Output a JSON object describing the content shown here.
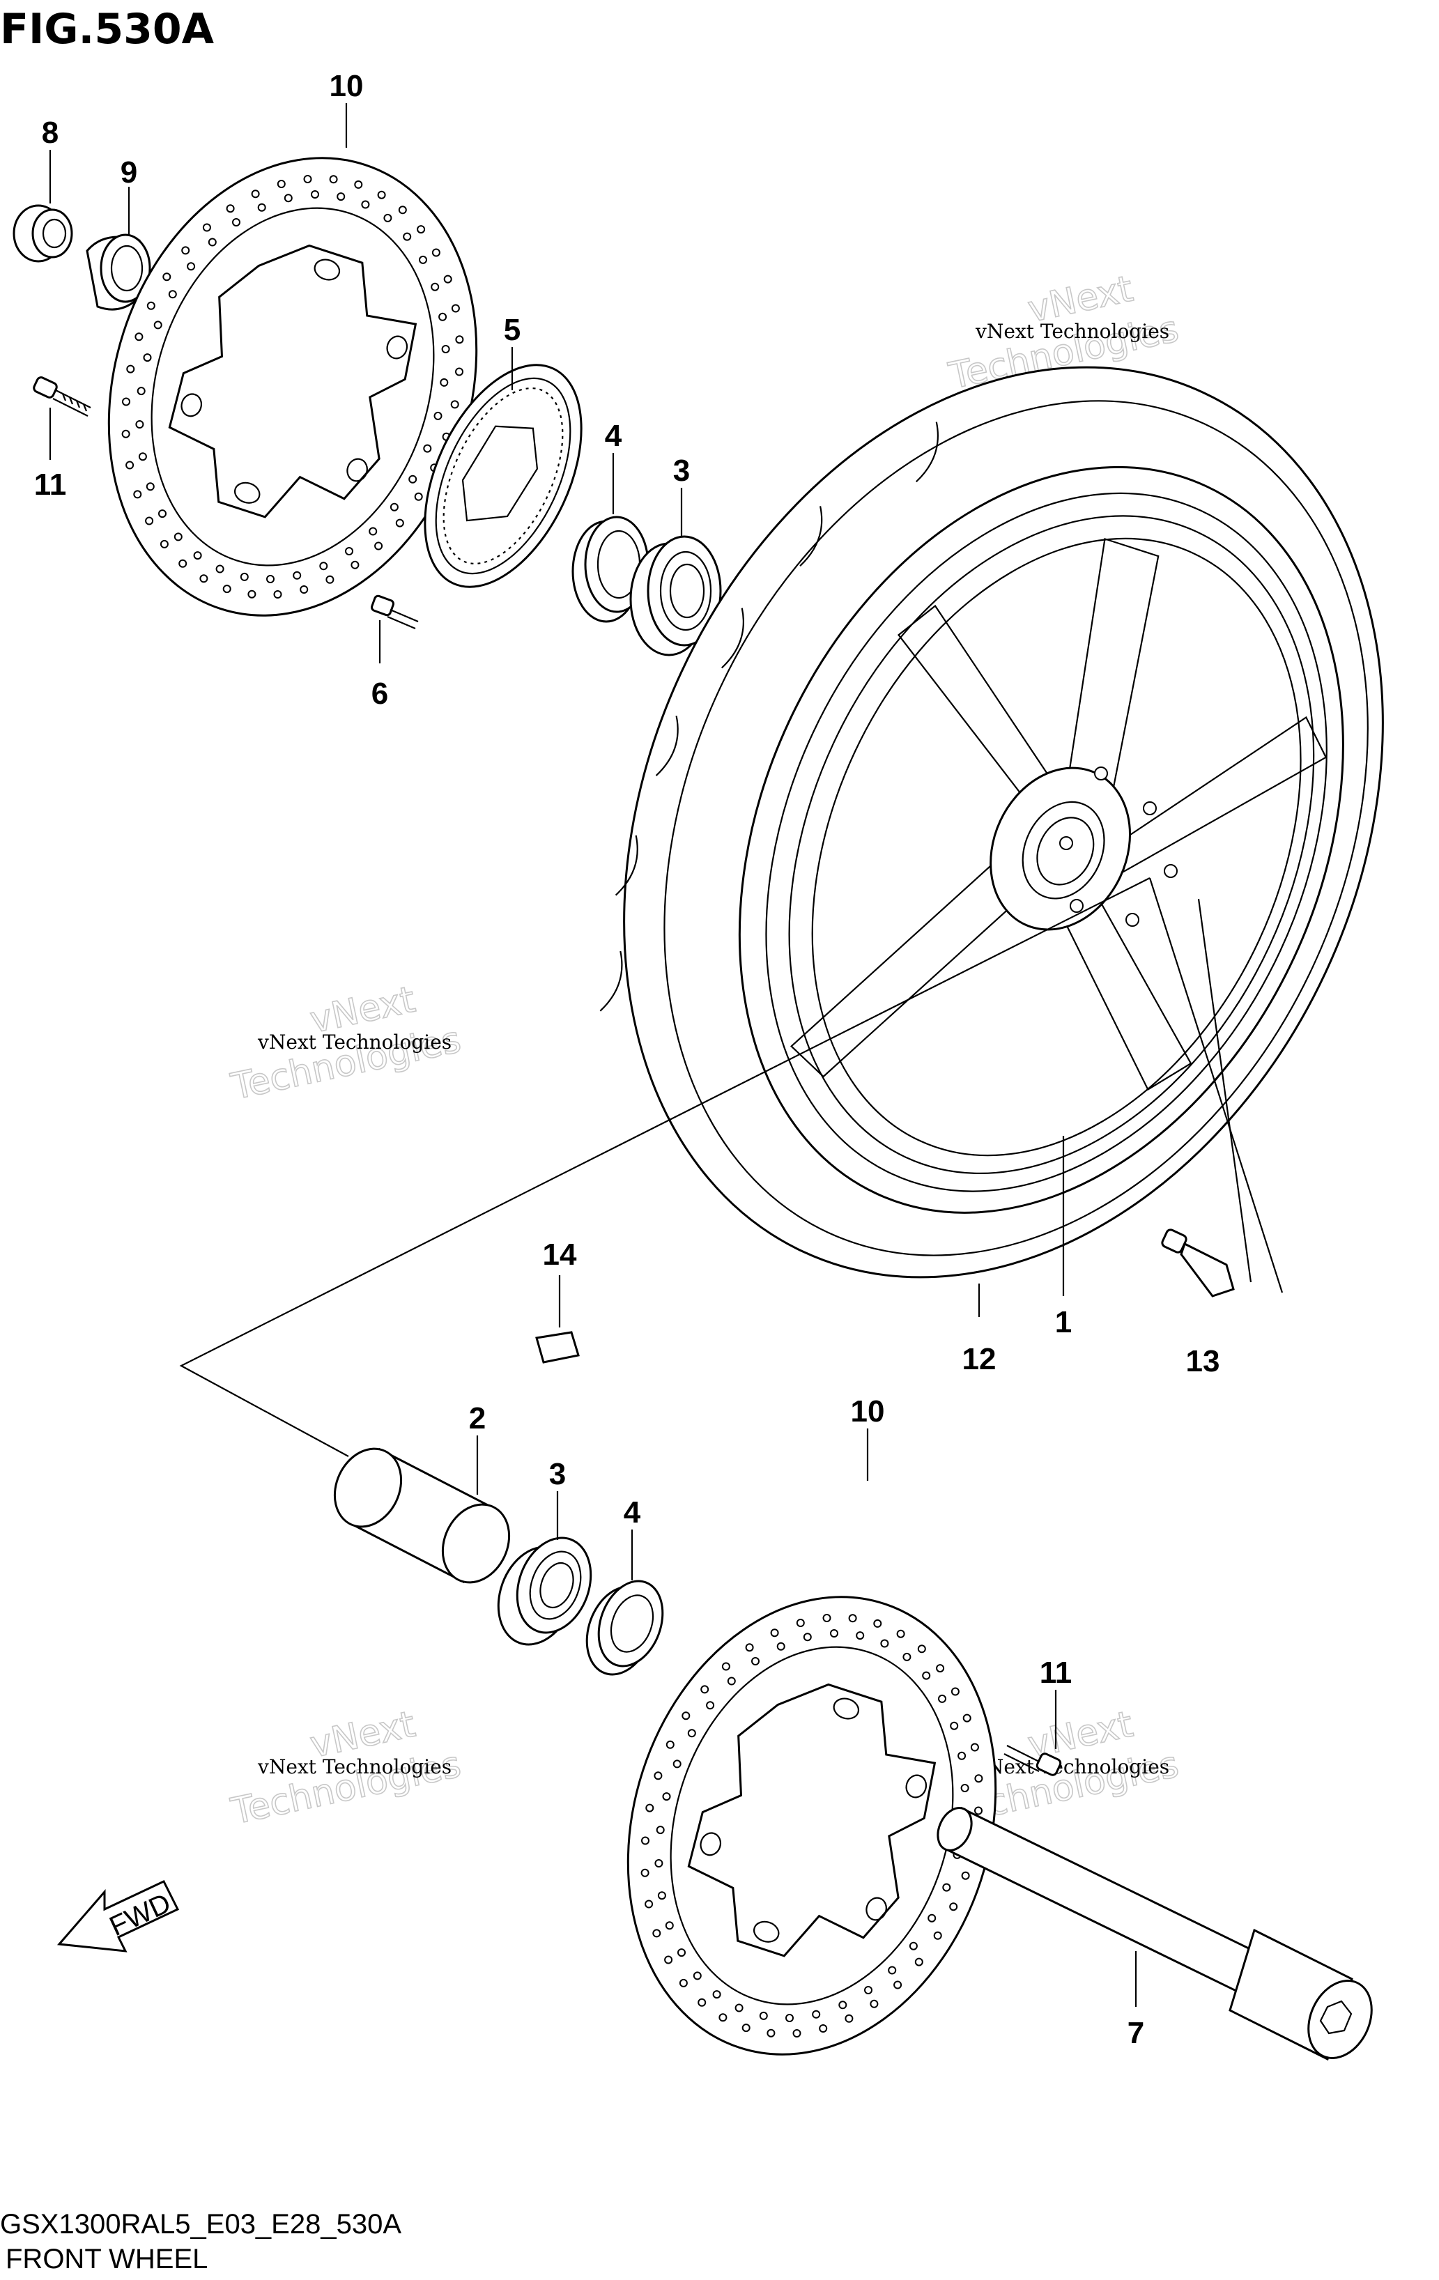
{
  "figure": {
    "title": "FIG.530A",
    "code": "GSX1300RAL5_E03_E28_530A",
    "name": "FRONT WHEEL"
  },
  "watermark": {
    "line1": "vNext Technologies",
    "line2a": "vNext",
    "line2b": "Technologies"
  },
  "fwd_label": "FWD",
  "callouts": {
    "c1": "1",
    "c2": "2",
    "c3_top": "3",
    "c3_bottom": "3",
    "c4_top": "4",
    "c4_bottom": "4",
    "c5": "5",
    "c6": "6",
    "c7": "7",
    "c8": "8",
    "c9": "9",
    "c10_top": "10",
    "c10_bottom": "10",
    "c11_top": "11",
    "c11_bottom": "11",
    "c12": "12",
    "c13": "13",
    "c14": "14"
  }
}
